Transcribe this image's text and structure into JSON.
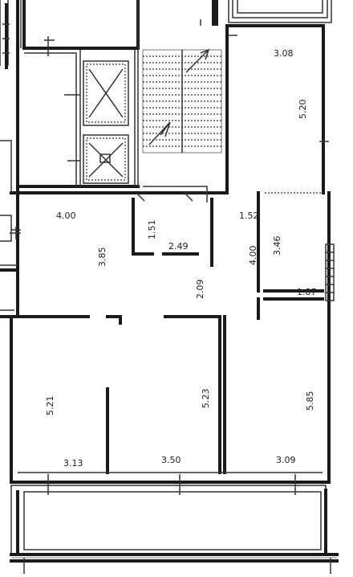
{
  "dimensions": [
    {
      "id": "top-right-width",
      "text": "3.08"
    },
    {
      "id": "top-right-depth",
      "text": "5.20"
    },
    {
      "id": "hall-width",
      "text": "4.00"
    },
    {
      "id": "corridor-a",
      "text": "1.51"
    },
    {
      "id": "hall-depth",
      "text": "3.85"
    },
    {
      "id": "bath-width",
      "text": "2.49"
    },
    {
      "id": "wc-width",
      "text": "1.52"
    },
    {
      "id": "corridor-b",
      "text": "4.00"
    },
    {
      "id": "small-room-depth",
      "text": "3.46"
    },
    {
      "id": "small-room-width",
      "text": "1.87"
    },
    {
      "id": "passage",
      "text": "2.09"
    },
    {
      "id": "room-left-depth",
      "text": "5.21"
    },
    {
      "id": "room-mid-depth",
      "text": "5.23"
    },
    {
      "id": "room-right-depth",
      "text": "5.85"
    },
    {
      "id": "room-left-width",
      "text": "3.13"
    },
    {
      "id": "room-mid-width",
      "text": "3.50"
    },
    {
      "id": "room-right-width",
      "text": "3.09"
    }
  ]
}
